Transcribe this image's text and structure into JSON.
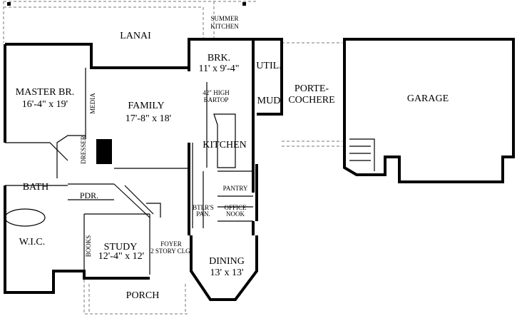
{
  "rooms": {
    "lanai": {
      "name": "LANAI"
    },
    "summer_kitchen": {
      "line1": "SUMMER",
      "line2": "KITCHEN"
    },
    "master": {
      "name": "MASTER BR.",
      "size": "16'-4\" x 19'"
    },
    "media": {
      "name": "MEDIA"
    },
    "family": {
      "name": "FAMILY",
      "size": "17'-8\" x 18'"
    },
    "breakfast": {
      "name": "BRK.",
      "size": "11' x 9'-4\""
    },
    "utility": {
      "name": "UTIL."
    },
    "mud": {
      "name": "MUD"
    },
    "porte_cochere": {
      "line1": "PORTE-",
      "line2": "COCHERE"
    },
    "garage": {
      "name": "GARAGE"
    },
    "bartop": {
      "line1": "42\" HIGH",
      "line2": "BARTOP"
    },
    "kitchen": {
      "name": "KITCHEN"
    },
    "dresser": {
      "name": "DRESSER"
    },
    "bath": {
      "name": "BATH"
    },
    "powder": {
      "name": "PDR."
    },
    "pantry": {
      "name": "PANTRY"
    },
    "butlers_pantry": {
      "line1": "BTLR'S",
      "line2": "PAN."
    },
    "office_nook": {
      "line1": "OFFICE",
      "line2": "NOOK"
    },
    "wic": {
      "name": "W.I.C."
    },
    "books": {
      "name": "BOOKS"
    },
    "study": {
      "name": "STUDY",
      "size": "12'-4\" x 12'"
    },
    "foyer": {
      "line1": "FOYER",
      "line2": "2 STORY CLG."
    },
    "dining": {
      "name": "DINING",
      "size": "13' x 13'"
    },
    "porch": {
      "name": "PORCH"
    }
  }
}
